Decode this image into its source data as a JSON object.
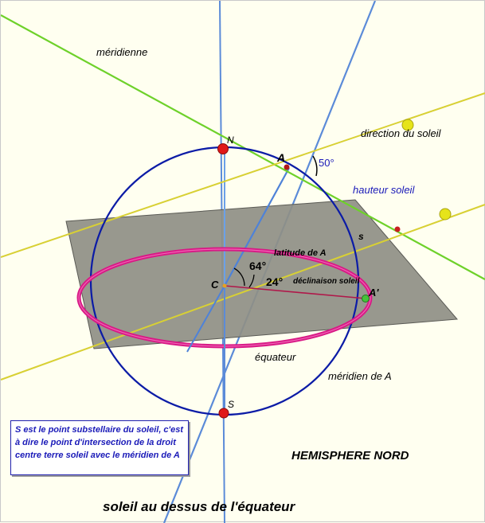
{
  "labels": {
    "meridienne": "méridienne",
    "north": "N",
    "point_a": "A",
    "angle_sun": "50°",
    "sun_direction": "direction du soleil",
    "sun_height": "hauteur soleil",
    "point_s_small": "s",
    "latitude": "latitude de A",
    "angle_latitude": "64°",
    "center": "C",
    "angle_declination": "24°",
    "declination": "déclinaison soleil",
    "point_a_prime": "A'",
    "equator": "équateur",
    "meridian_a": "méridien de A",
    "south": "S",
    "hemisphere": "HEMISPHERE NORD",
    "caption": "soleil au dessus de l'équateur"
  },
  "note": "S est le point substellaire du soleil, c'est à dire le point d'intersection de la droit centre terre soleil avec le méridien de A",
  "colors": {
    "background": "#fffff0",
    "plane_fill": "#8f8f85",
    "meridian_circle": "#0b1ba6",
    "equator_ring": "#d81a86",
    "axis_line": "#5b8bd8",
    "meridienne_line": "#6ed12a",
    "sun_lines": "#d8d034",
    "sun_points": "#e6e41a",
    "pole_points": "#e01818",
    "blue_text": "#1a1ab8"
  }
}
